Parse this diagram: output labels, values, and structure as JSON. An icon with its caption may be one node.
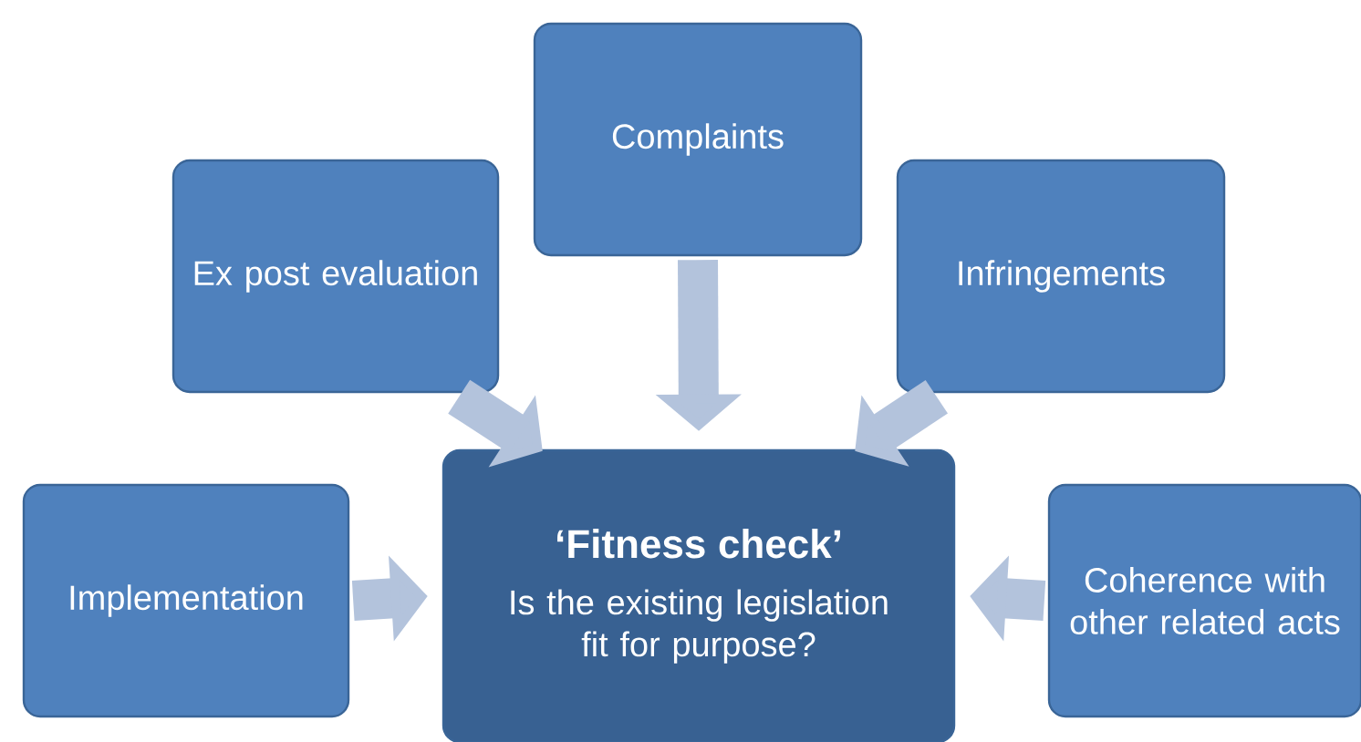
{
  "diagram": {
    "nodes": [
      {
        "text": [
          "Ex post evaluation"
        ]
      },
      {
        "text": [
          "Complaints"
        ]
      },
      {
        "text": [
          "Infringements"
        ]
      },
      {
        "text": [
          "Implementation"
        ]
      },
      {
        "text": [
          "‘Fitness check’",
          "Is the existing legislation fit for purpose?"
        ]
      },
      {
        "text": [
          "Coherence with other related acts"
        ]
      }
    ],
    "edges": [
      {
        "from": 0,
        "to": 4,
        "arrow": "to"
      },
      {
        "from": 1,
        "to": 4,
        "arrow": "to"
      },
      {
        "from": 2,
        "to": 4,
        "arrow": "to"
      },
      {
        "from": 3,
        "to": 4,
        "arrow": "to"
      },
      {
        "from": 5,
        "to": 4,
        "arrow": "to"
      }
    ]
  }
}
